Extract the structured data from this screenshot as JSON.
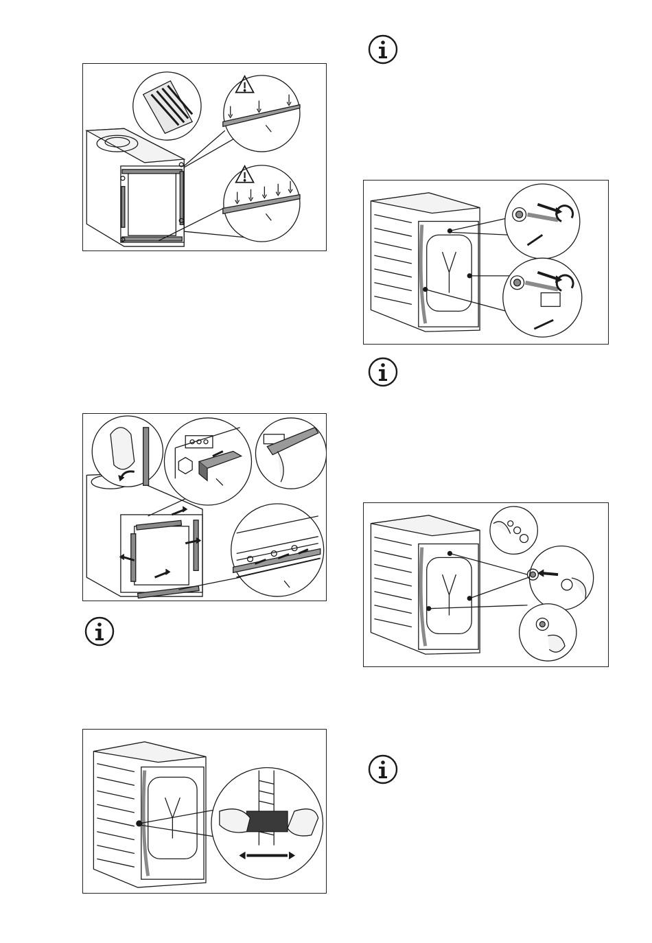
{
  "figures": [
    {
      "id": "transit-strips-removal",
      "description_icon": "warning-triangle-icon"
    },
    {
      "id": "sealing-strip-fitting",
      "description_icon": "none"
    },
    {
      "id": "hose-clip-removal",
      "description_icon": "none"
    },
    {
      "id": "transit-bolts-removal",
      "description_icon": "none"
    },
    {
      "id": "plastic-caps-insertion",
      "description_icon": "none"
    }
  ],
  "info_notes": [
    {
      "icon": "info-icon"
    },
    {
      "icon": "info-icon"
    },
    {
      "icon": "info-icon"
    },
    {
      "icon": "info-icon"
    }
  ],
  "colors": {
    "line": "#1a1a1a",
    "gray": "#8a8a8a",
    "light_gray": "#d8d8d8",
    "white": "#ffffff"
  }
}
